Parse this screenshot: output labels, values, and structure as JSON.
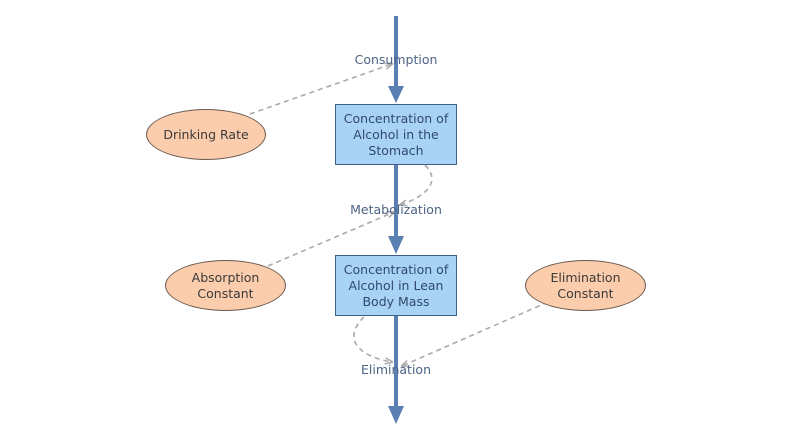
{
  "colors": {
    "flow": "#5a7fb3",
    "stock_fill": "#a9d3f5",
    "variable_fill": "#fbcdac",
    "link": "#aaaaaa"
  },
  "flows": {
    "consumption": "Consumption",
    "metabolization": "Metabolization",
    "elimination": "Elimination"
  },
  "stocks": {
    "stomach": "Concentration of\nAlcohol in the\nStomach",
    "lean_body_mass": "Concentration of\nAlcohol in Lean\nBody Mass"
  },
  "variables": {
    "drinking_rate": "Drinking Rate",
    "absorption_constant": "Absorption\nConstant",
    "elimination_constant": "Elimination\nConstant"
  }
}
